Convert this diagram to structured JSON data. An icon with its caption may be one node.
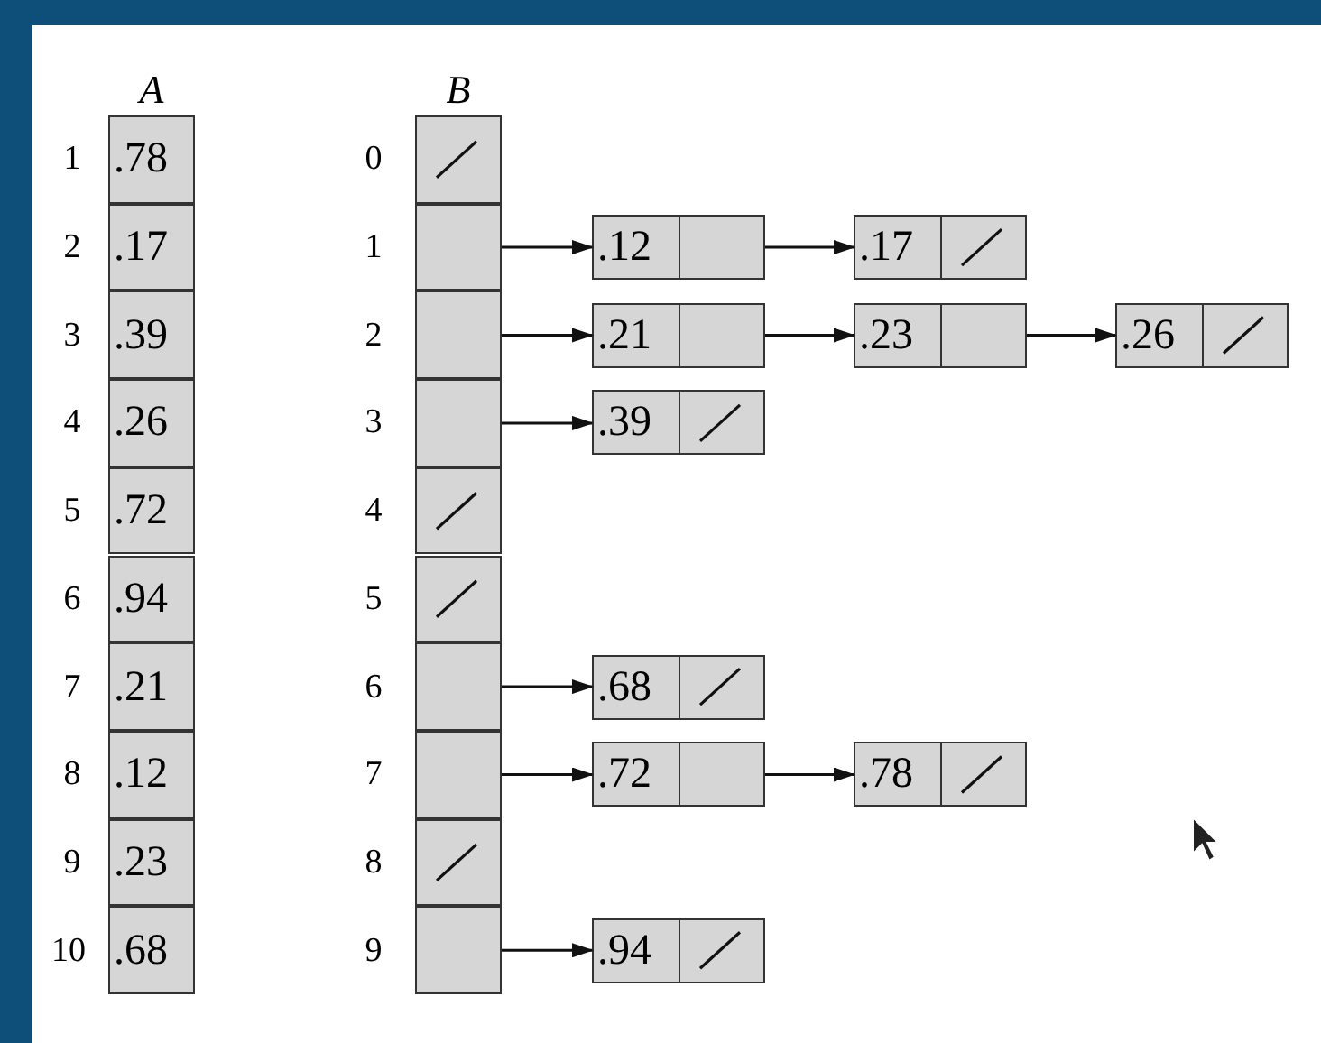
{
  "diagram": {
    "nodes": [
      {
        "text": [
          ".78"
        ]
      },
      {
        "text": [
          ".17"
        ]
      },
      {
        "text": [
          ".39"
        ]
      },
      {
        "text": [
          ".26"
        ]
      },
      {
        "text": [
          ".72"
        ]
      },
      {
        "text": [
          ".94"
        ]
      },
      {
        "text": [
          ".21"
        ]
      },
      {
        "text": [
          ".12"
        ]
      },
      {
        "text": [
          ".23"
        ]
      },
      {
        "text": [
          ".68"
        ]
      },
      {
        "text": [],
        "shape": "box"
      },
      {
        "text": [],
        "shape": "box"
      },
      {
        "text": [],
        "shape": "box"
      },
      {
        "text": [],
        "shape": "box"
      },
      {
        "text": [],
        "shape": "box"
      },
      {
        "text": [],
        "shape": "box"
      },
      {
        "text": [],
        "shape": "box"
      },
      {
        "text": [],
        "shape": "box"
      },
      {
        "text": [],
        "shape": "box"
      },
      {
        "text": [],
        "shape": "box"
      },
      {
        "text": [
          ".12"
        ]
      },
      {
        "text": [
          ".17"
        ]
      },
      {
        "text": [
          ".21"
        ]
      },
      {
        "text": [
          ".23"
        ]
      },
      {
        "text": [
          ".26"
        ]
      },
      {
        "text": [
          ".39"
        ]
      },
      {
        "text": [
          ".68"
        ]
      },
      {
        "text": [
          ".72"
        ]
      },
      {
        "text": [
          ".78"
        ]
      },
      {
        "text": [
          ".94"
        ]
      }
    ],
    "edges": [
      {
        "from": 11,
        "to": 20,
        "arrow": "to"
      },
      {
        "from": 20,
        "to": 21,
        "arrow": "to"
      },
      {
        "from": 12,
        "to": 22,
        "arrow": "to"
      },
      {
        "from": 22,
        "to": 23,
        "arrow": "to"
      },
      {
        "from": 23,
        "to": 24,
        "arrow": "to"
      },
      {
        "from": 13,
        "to": 25,
        "arrow": "to"
      },
      {
        "from": 16,
        "to": 26,
        "arrow": "to"
      },
      {
        "from": 17,
        "to": 27,
        "arrow": "to"
      },
      {
        "from": 27,
        "to": 28,
        "arrow": "to"
      },
      {
        "from": 19,
        "to": 29,
        "arrow": "to"
      }
    ],
    "labels": [
      "A",
      "B",
      "1",
      "0",
      "2",
      "1",
      "3",
      "2",
      "4",
      "3",
      "5",
      "4",
      "6",
      "5",
      "7",
      "6",
      "8",
      "7",
      "9",
      "8",
      "10",
      "9"
    ]
  }
}
